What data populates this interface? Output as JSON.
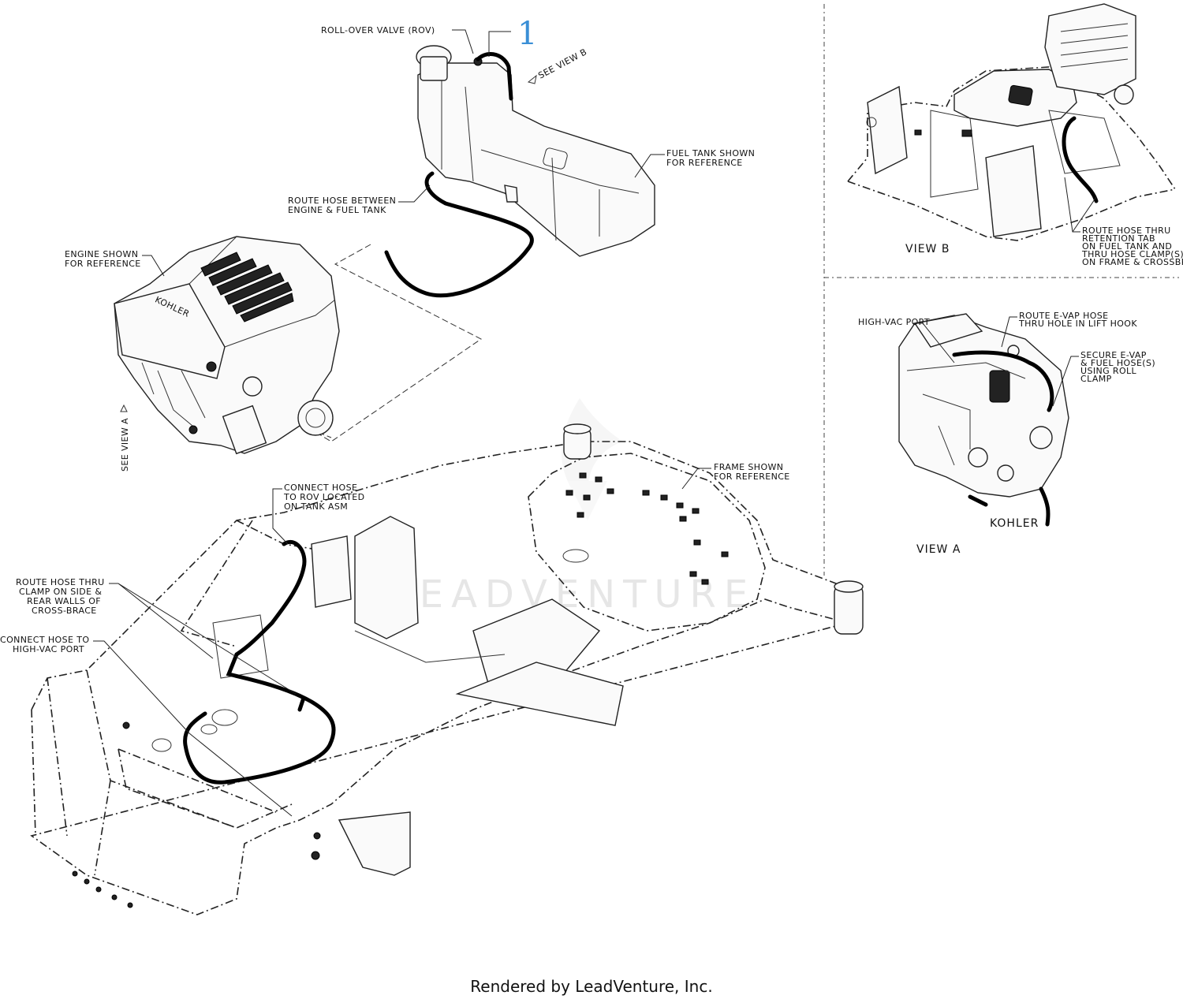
{
  "labels": {
    "rov": "ROLL-OVER VALVE (ROV)",
    "callout_1": "1",
    "see_view_b": "SEE VIEW B",
    "fuel_tank": [
      "FUEL TANK SHOWN",
      "FOR REFERENCE"
    ],
    "route_between": [
      "ROUTE HOSE BETWEEN",
      "ENGINE & FUEL TANK"
    ],
    "engine": [
      "ENGINE SHOWN",
      "FOR REFERENCE"
    ],
    "see_view_a": "SEE VIEW A",
    "frame": [
      "FRAME SHOWN",
      "FOR REFERENCE"
    ],
    "connect_rov": [
      "CONNECT HOSE",
      "TO ROV LOCATED",
      "ON TANK ASM"
    ],
    "route_clamp": [
      "ROUTE HOSE THRU",
      "CLAMP ON SIDE &",
      "REAR WALLS OF",
      "CROSS-BRACE"
    ],
    "connect_highvac": [
      "CONNECT HOSE TO",
      "HIGH-VAC PORT"
    ],
    "view_b_route": [
      "ROUTE HOSE THRU",
      "RETENTION TAB",
      "ON FUEL TANK AND",
      "THRU HOSE CLAMP(S)",
      "ON FRAME & CROSSBRAC"
    ],
    "view_b_title": "VIEW B",
    "high_vac_port": "HIGH-VAC PORT",
    "route_evap": [
      "ROUTE E-VAP HOSE",
      "THRU HOLE IN LIFT HOOK"
    ],
    "secure_evap": [
      "SECURE E-VAP",
      "& FUEL HOSE(S)",
      "USING ROLL",
      "CLAMP"
    ],
    "kohler": "KOHLER",
    "view_a_title": "VIEW A"
  },
  "watermark": "LEADVENTURE",
  "footer": "Rendered by LeadVenture, Inc.",
  "colors": {
    "callout": "#3a8fd6",
    "line": "#222222",
    "hose": "#000000"
  }
}
